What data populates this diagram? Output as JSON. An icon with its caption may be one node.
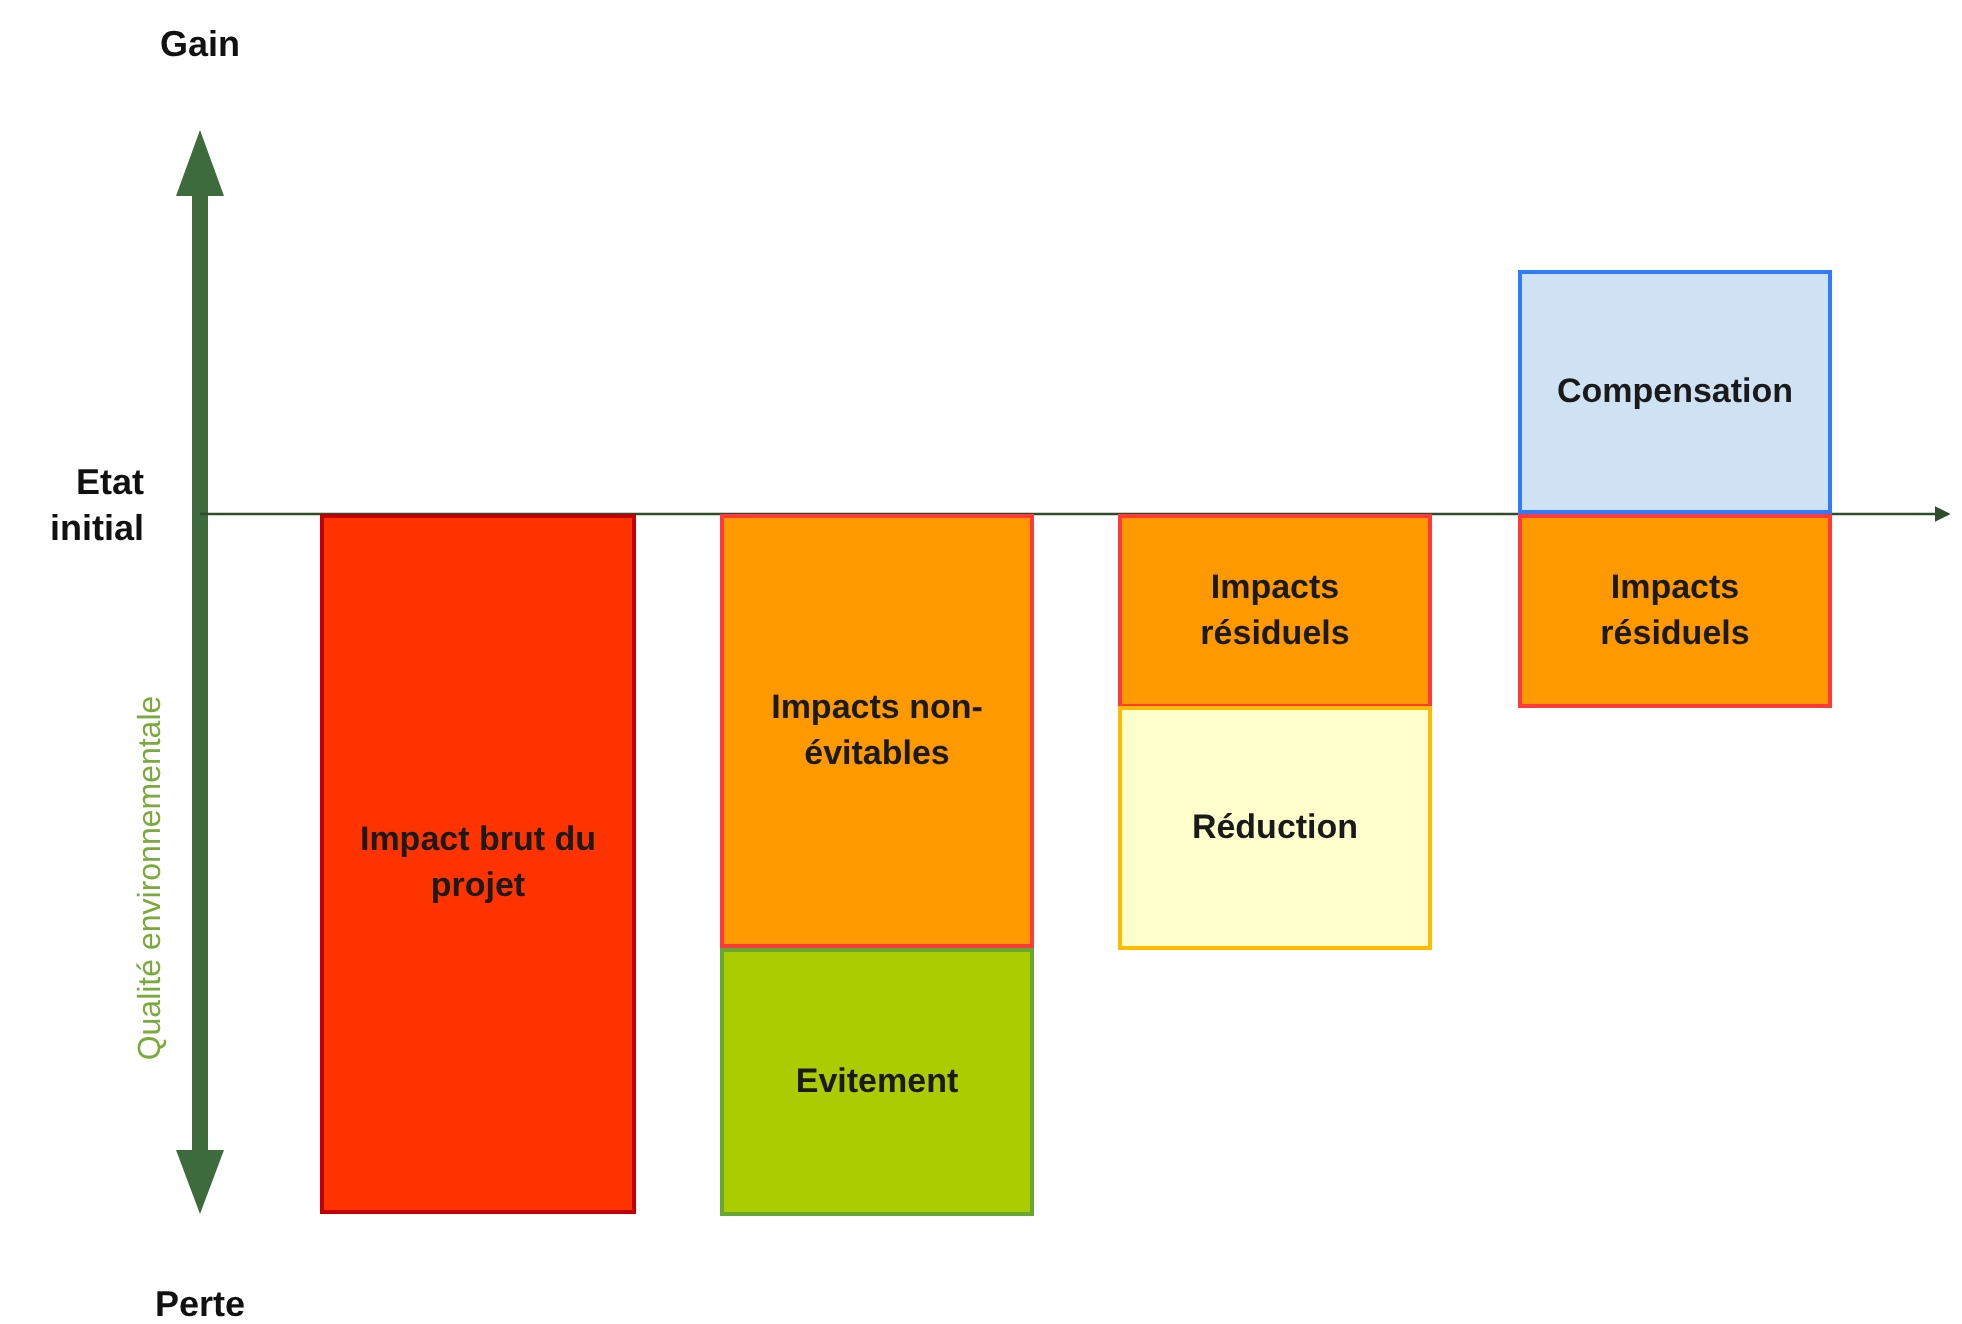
{
  "diagram": {
    "nodes": [
      {
        "text": [
          "Impact brut du projet"
        ]
      },
      {
        "text": [
          "Impacts non-évitables"
        ]
      },
      {
        "text": [
          "Evitement"
        ]
      },
      {
        "text": [
          "Impacts résiduels"
        ]
      },
      {
        "text": [
          "Réduction"
        ]
      },
      {
        "text": [
          "Compensation"
        ]
      },
      {
        "text": [
          "Impacts résiduels"
        ]
      }
    ],
    "edges": [],
    "labels": [
      "Gain",
      "Etat initial",
      "Qualité environnementale",
      "Perte"
    ]
  }
}
